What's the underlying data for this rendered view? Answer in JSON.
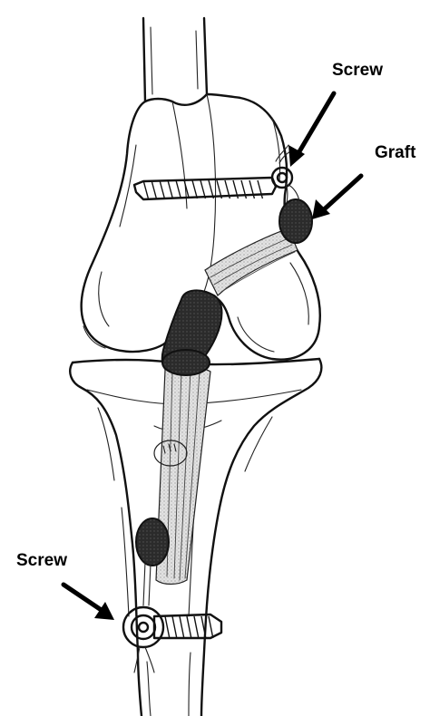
{
  "labels": {
    "screw_top": "Screw",
    "graft": "Graft",
    "screw_bottom": "Screw"
  },
  "colors": {
    "ink": "#111111",
    "graft_fill": "#2a2a2a",
    "tunnel_fill": "#d9d9d9",
    "background": "#ffffff"
  }
}
